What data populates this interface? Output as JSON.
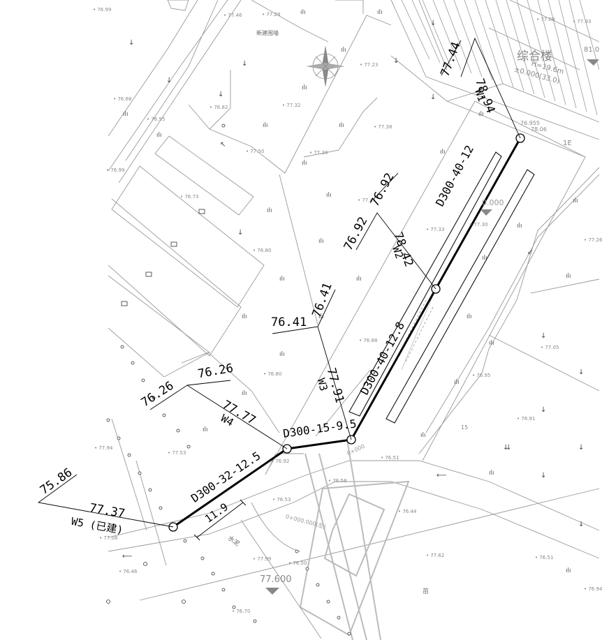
{
  "building": {
    "name": "综合楼",
    "height": "H=19.6m",
    "elev": "±0.000(33.0)",
    "side": "1E"
  },
  "fence_label": "新建围墙",
  "road_label": "水泥",
  "field_label": "苗",
  "ref_elev_1": "77.600",
  "ref_elev_2": "81.0",
  "ref_elev_3": "0.000",
  "station_1": "0+000.000(左)",
  "station_2": "0+000",
  "wells": [
    {
      "id": "W1",
      "label": "W1",
      "rim": "77.44",
      "invert": "78.94"
    },
    {
      "id": "W2",
      "label": "W2",
      "rim": "76.92",
      "invert": "78.42"
    },
    {
      "id": "W3",
      "label": "W3",
      "rim": "76.41",
      "invert": "77.91"
    },
    {
      "id": "W4",
      "label": "W4",
      "rim": "76.26",
      "invert": "77.77"
    },
    {
      "id": "W5",
      "label": "W5 (已建)",
      "rim": "75.86",
      "invert": "77.37"
    }
  ],
  "extra_labels": {
    "w2_rim_b": "76.92",
    "w3_rim_b": "76.41",
    "w4_rim_b": "76.26"
  },
  "pipes": [
    {
      "label": "D300-40-12"
    },
    {
      "label": "D300-40-12.8"
    },
    {
      "label": "D300-15-9.5"
    },
    {
      "label": "D300-32-12.5"
    }
  ],
  "dimension": "11.9",
  "spot_elevations": [
    "76.99",
    "77.46",
    "77.29",
    "77.23",
    "76.68",
    "76.95",
    "76.82",
    "77.32",
    "77.38",
    "77.50",
    "77.28",
    "76.99",
    "76.73",
    "77.41",
    "77.33",
    "76.80",
    "77.30",
    "76.88",
    "76.80",
    "76.95",
    "77.05",
    "77.94",
    "77.53",
    "76.92",
    "76.51",
    "76.58",
    "76.53",
    "76.44",
    "77.08",
    "77.99",
    "76.50",
    "77.62",
    "76.51",
    "76.46",
    "76.70",
    "76.94",
    "76.91",
    "77.26",
    "77.09",
    "77.93"
  ],
  "misc_marks": [
    "15",
    "76.955",
    "78.06"
  ]
}
